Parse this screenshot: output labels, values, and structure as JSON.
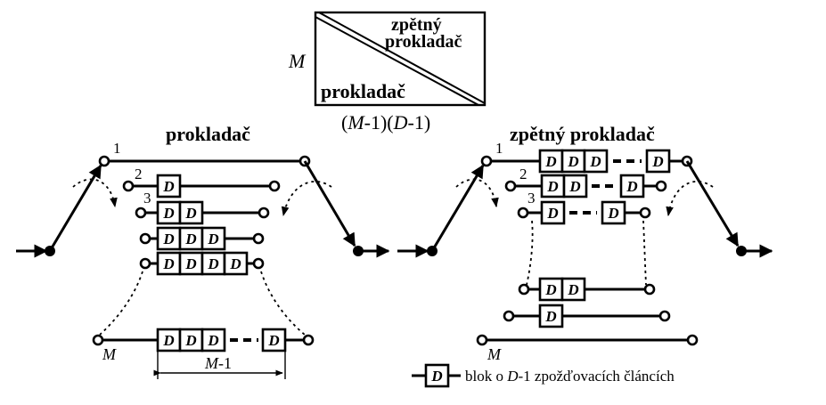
{
  "matrix": {
    "rows_label": "M",
    "cols_label_parts": [
      "(",
      "M",
      "-1)(",
      "D",
      "-1)"
    ],
    "upper_label_line1": "zpětný",
    "upper_label_line2": "prokladač",
    "lower_label": "prokladač"
  },
  "left": {
    "title": "prokladač",
    "branch_labels": [
      "1",
      "2",
      "3",
      "M"
    ],
    "block_label": "D",
    "span_label_parts": [
      "M",
      "-1"
    ]
  },
  "right": {
    "title": "zpětný prokladač",
    "branch_labels": [
      "1",
      "2",
      "3",
      "M"
    ],
    "block_label": "D"
  },
  "legend": {
    "block_label": "D",
    "text_parts": [
      "blok o ",
      "D",
      "-1 zpožďovacích článcích"
    ]
  }
}
